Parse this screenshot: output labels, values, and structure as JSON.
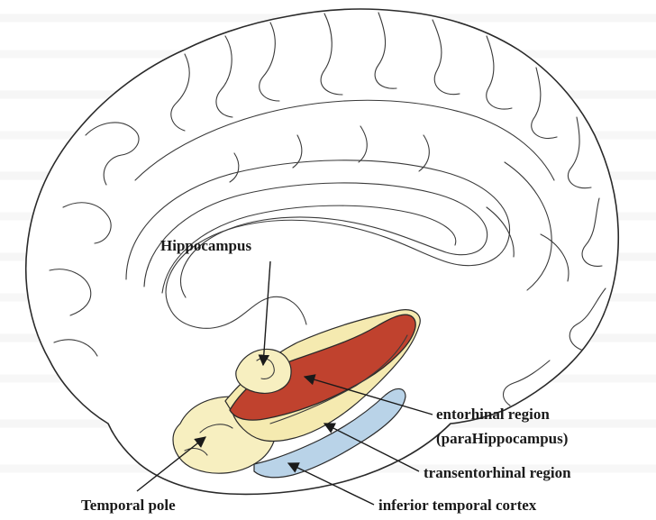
{
  "labels": {
    "hippocampus": "Hippocampus",
    "entorhinal_line1": "entorhinal region",
    "entorhinal_line2": "(paraHippocampus)",
    "transentorhinal": "transentorhinal region",
    "inferior_temporal": "inferior temporal cortex",
    "temporal_pole": "Temporal pole"
  },
  "colors": {
    "entorhinal": "#c0422e",
    "transentorhinal": "#f5eab0",
    "inferior_temporal": "#b9d3e8",
    "temporal_pole": "#f7efc0",
    "outline": "#2a2a2a"
  }
}
